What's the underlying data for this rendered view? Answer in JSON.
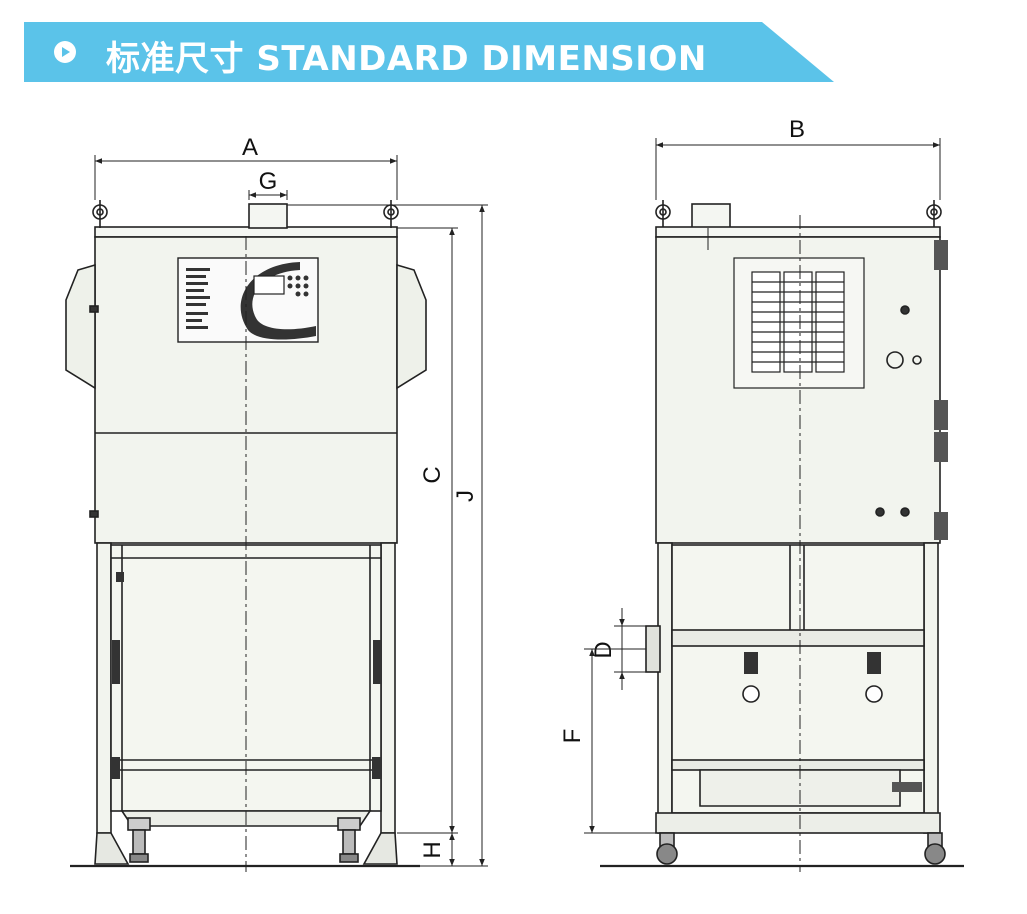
{
  "header": {
    "title": "标准尺寸 STANDARD DIMENSION",
    "bar_color": "#5bc3e9",
    "icon": "play-circle-icon"
  },
  "front_view": {
    "dim_A": "A",
    "dim_G": "G",
    "dim_C": "C",
    "dim_J": "J",
    "dim_H": "H"
  },
  "side_view": {
    "dim_B": "B",
    "dim_D": "D",
    "dim_F": "F"
  }
}
